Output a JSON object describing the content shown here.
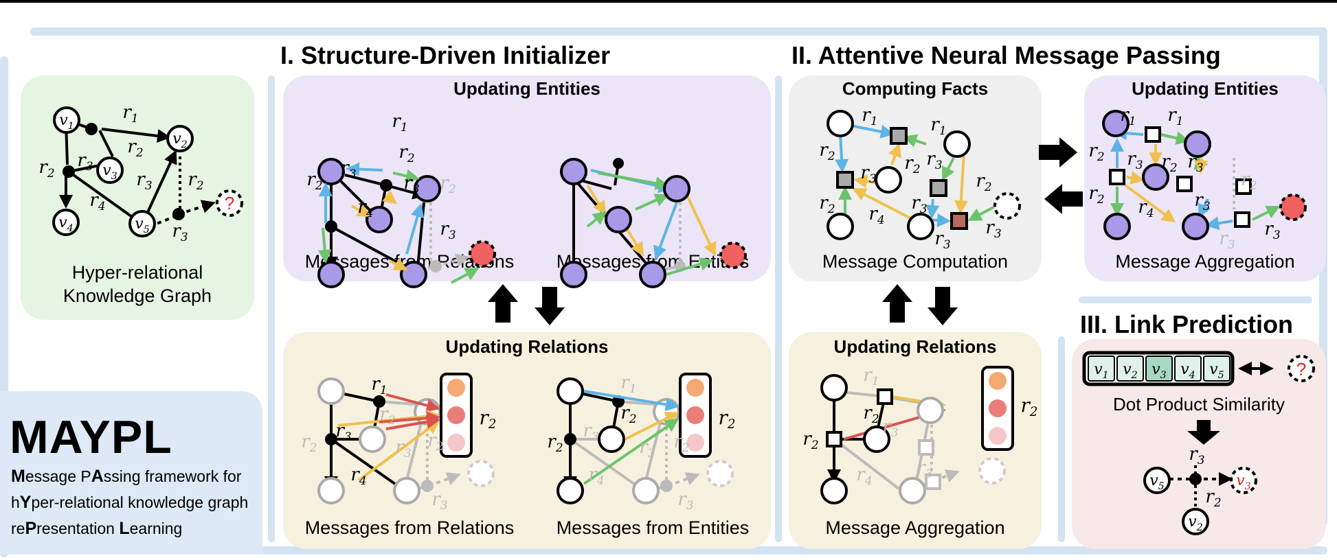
{
  "colors": {
    "green_panel": "#e8f5e4",
    "purple_panel": "#ede6f8",
    "yellow_panel": "#f6f1de",
    "gray_panel": "#efefef",
    "pink_panel": "#f7e9e7",
    "side_panel": "#dde9f6",
    "frame_line": "#cfe0f0",
    "entity_purple": "#a99ae8",
    "target_red": "#f06262",
    "arrow_blue": "#5cb3e6",
    "arrow_green": "#6cc36b",
    "arrow_yellow": "#f0c14e",
    "arrow_red": "#d9534f"
  },
  "brand": {
    "name": "MAYPL",
    "line1": {
      "h": "M",
      "t": "essage P",
      "h2": "A",
      "t2": "ssing framework for"
    },
    "line2": {
      "t0": "h",
      "h": "Y",
      "t": "per-relational knowledge graph"
    },
    "line3": {
      "t0": "re",
      "h": "P",
      "t": "resentation ",
      "h2": "L",
      "t2": "earning"
    }
  },
  "kg_panel": {
    "caption_line1": "Hyper-relational",
    "caption_line2": "Knowledge Graph"
  },
  "section1": {
    "title": "I. Structure-Driven Initializer",
    "updating_entities": {
      "title": "Updating Entities",
      "caption_left": "Messages from Relations",
      "caption_right": "Messages from Entities"
    },
    "updating_relations": {
      "title": "Updating Relations",
      "caption_left": "Messages from Relations",
      "caption_right": "Messages from Entities"
    }
  },
  "section2": {
    "title": "II. Attentive Neural Message Passing",
    "computing_facts": {
      "title": "Computing Facts",
      "caption": "Message Computation"
    },
    "updating_entities": {
      "title": "Updating Entities",
      "caption": "Message Aggregation"
    },
    "updating_relations": {
      "title": "Updating Relations",
      "caption": "Message Aggregation"
    }
  },
  "section3": {
    "title": "III. Link Prediction",
    "embedding_cells": [
      "v1",
      "v2",
      "v3",
      "v4",
      "v5"
    ],
    "similarity_label": "Dot Product Similarity",
    "query_mark": "?"
  },
  "graph_labels": {
    "v1": "v1",
    "v2": "v2",
    "v3": "v3",
    "v4": "v4",
    "v5": "v5",
    "r1": "r1",
    "r2": "r2",
    "r3": "r3",
    "r4": "r4"
  }
}
